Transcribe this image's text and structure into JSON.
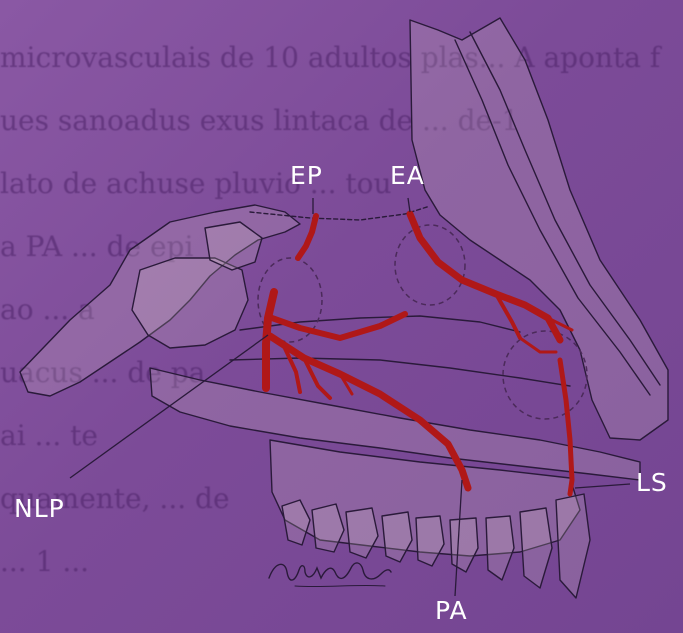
{
  "figure": {
    "labels": {
      "ep": "EP",
      "ea": "EA",
      "nlp": "NLP",
      "ls": "LS",
      "pa": "PA"
    },
    "background_text_lines": [
      "microvasculais de 10 adultos plas... A aponta f",
      "ues sanoadus exus lintaca de ... de-1",
      "lato de achuse pluvio ... tou",
      "a PA ... de epi",
      "ao ... a",
      "uacus ... de pa",
      "ai ... te",
      "quamente, ... de",
      "... 1 ..."
    ],
    "colors": {
      "background": "#7f4f9a",
      "drawing_line": "#2a1a3a",
      "drawing_fill": "#e9e0d4",
      "artery": "#b01818",
      "label_text": "#ffffff",
      "dashed_circle": "#4b2a5a"
    },
    "icons": {
      "signature": "artist-signature-icon"
    }
  }
}
